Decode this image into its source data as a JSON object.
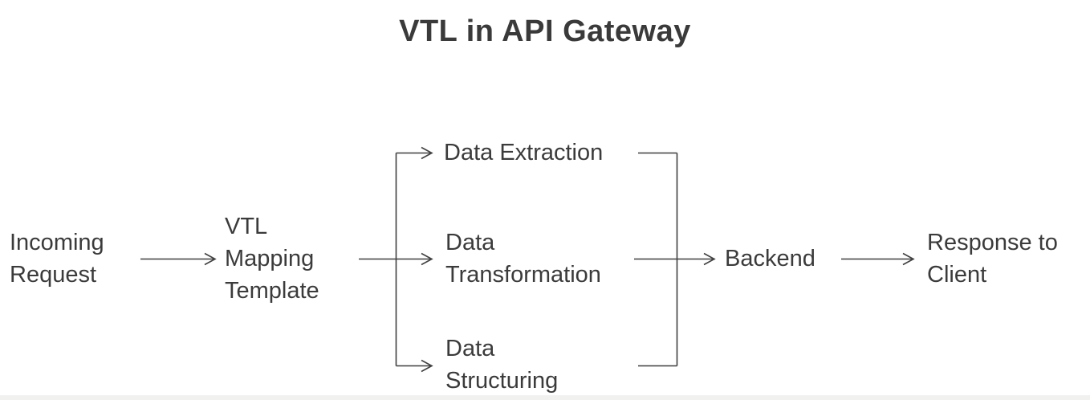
{
  "title": "VTL in API Gateway",
  "colors": {
    "background": "#ffffff",
    "text": "#3b3b3b",
    "line": "#3f3f3f"
  },
  "diagram": {
    "nodes": [
      {
        "id": "incoming-request",
        "label": "Incoming\nRequest"
      },
      {
        "id": "vtl-mapping-template",
        "label": "VTL\nMapping\nTemplate"
      },
      {
        "id": "data-extraction",
        "label": "Data Extraction"
      },
      {
        "id": "data-transformation",
        "label": "Data\nTransformation"
      },
      {
        "id": "data-structuring",
        "label": "Data\nStructuring"
      },
      {
        "id": "backend",
        "label": "Backend"
      },
      {
        "id": "response-to-client",
        "label": "Response to\nClient"
      }
    ],
    "edges": [
      {
        "from": "incoming-request",
        "to": "vtl-mapping-template"
      },
      {
        "from": "vtl-mapping-template",
        "to": "data-extraction"
      },
      {
        "from": "vtl-mapping-template",
        "to": "data-transformation"
      },
      {
        "from": "vtl-mapping-template",
        "to": "data-structuring"
      },
      {
        "from": "data-extraction",
        "to": "backend"
      },
      {
        "from": "data-transformation",
        "to": "backend"
      },
      {
        "from": "data-structuring",
        "to": "backend"
      },
      {
        "from": "backend",
        "to": "response-to-client"
      }
    ]
  }
}
